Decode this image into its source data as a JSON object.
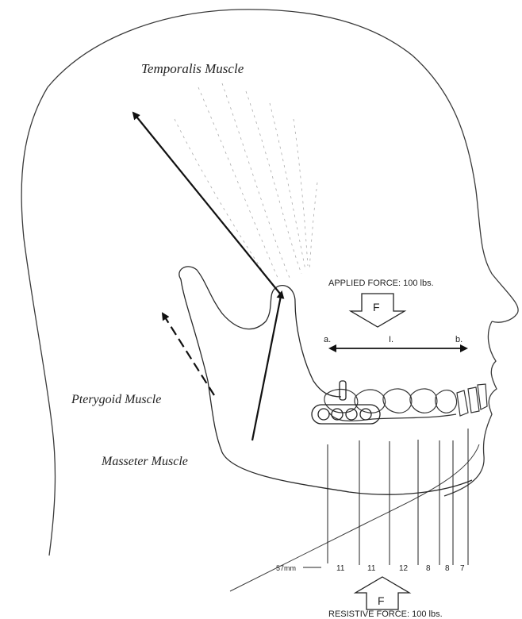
{
  "labels": {
    "temporalis": "Temporalis Muscle",
    "pterygoid": "Pterygoid Muscle",
    "masseter": "Masseter Muscle",
    "applied_force": "APPLIED FORCE: 100  lbs.",
    "resistive_force": "RESISTIVE FORCE: 100  lbs.",
    "force_symbol_top": "F",
    "force_symbol_bottom": "F",
    "point_a": "a.",
    "point_b": "b.",
    "span_label": "I."
  },
  "measurements": {
    "unit_label": "57mm",
    "values": [
      "11",
      "11",
      "12",
      "8",
      "8",
      "7"
    ]
  },
  "colors": {
    "line": "#2a2a2a",
    "arrow": "#111111",
    "faint": "#9a9a9a"
  }
}
